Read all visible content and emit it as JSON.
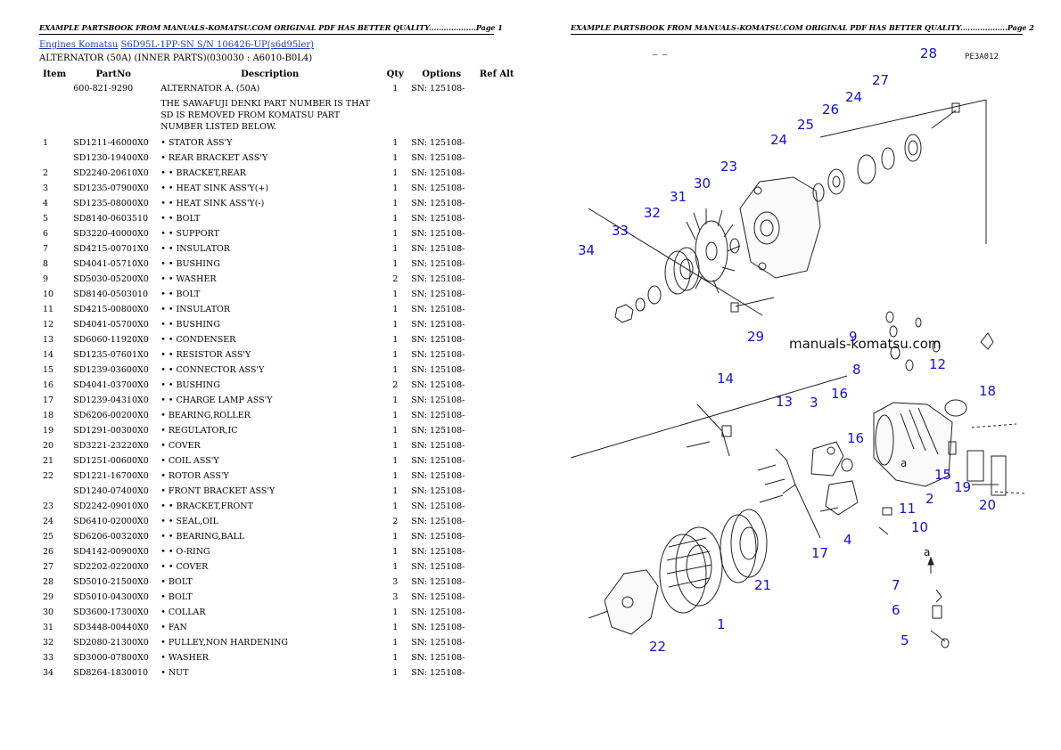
{
  "page_header_left": "EXAMPLE PARTSBOOK FROM MANUALS-KOMATSU.COM ORIGINAL PDF HAS BETTER QUALITY...................Page 1",
  "page_header_right": "EXAMPLE PARTSBOOK FROM MANUALS-KOMATSU.COM ORIGINAL PDF HAS BETTER QUALITY...................Page 2",
  "breadcrumb": {
    "link1": "Engines Komatsu",
    "link2": "S6D95L-1PP-SN S/N 106426-UP(s6d95ler)"
  },
  "section_title": "ALTERNATOR (50A) (INNER PARTS)(030030 : A6010-B0L4)",
  "columns": {
    "item": "Item",
    "partno": "PartNo",
    "description": "Description",
    "qty": "Qty",
    "options": "Options",
    "refalt": "Ref Alt"
  },
  "rows": [
    {
      "item": "",
      "partno": "600-821-9290",
      "description": "ALTERNATOR A. (50A)",
      "qty": "1",
      "options": "SN: 125108-"
    },
    {
      "item": "",
      "partno": "",
      "description": "THE SAWAFUJI DENKI PART NUMBER IS THAT SD IS REMOVED FROM KOMATSU PART NUMBER LISTED BELOW.",
      "qty": "",
      "options": ""
    },
    {
      "item": "1",
      "partno": "SD1211-46000X0",
      "description": "• STATOR ASS'Y",
      "qty": "1",
      "options": "SN: 125108-"
    },
    {
      "item": "",
      "partno": "SD1230-19400X0",
      "description": "• REAR BRACKET ASS'Y",
      "qty": "1",
      "options": "SN: 125108-"
    },
    {
      "item": "2",
      "partno": "SD2240-20610X0",
      "description": "• • BRACKET,REAR",
      "qty": "1",
      "options": "SN: 125108-"
    },
    {
      "item": "3",
      "partno": "SD1235-07900X0",
      "description": "• • HEAT SINK ASS'Y(+)",
      "qty": "1",
      "options": "SN: 125108-"
    },
    {
      "item": "4",
      "partno": "SD1235-08000X0",
      "description": "• • HEAT SINK ASS'Y(-)",
      "qty": "1",
      "options": "SN: 125108-"
    },
    {
      "item": "5",
      "partno": "SD8140-0603510",
      "description": "• • BOLT",
      "qty": "1",
      "options": "SN: 125108-"
    },
    {
      "item": "6",
      "partno": "SD3220-40000X0",
      "description": "• • SUPPORT",
      "qty": "1",
      "options": "SN: 125108-"
    },
    {
      "item": "7",
      "partno": "SD4215-00701X0",
      "description": "• • INSULATOR",
      "qty": "1",
      "options": "SN: 125108-"
    },
    {
      "item": "8",
      "partno": "SD4041-05710X0",
      "description": "• • BUSHING",
      "qty": "1",
      "options": "SN: 125108-"
    },
    {
      "item": "9",
      "partno": "SD5030-05200X0",
      "description": "• • WASHER",
      "qty": "2",
      "options": "SN: 125108-"
    },
    {
      "item": "10",
      "partno": "SD8140-0503010",
      "description": "• • BOLT",
      "qty": "1",
      "options": "SN: 125108-"
    },
    {
      "item": "11",
      "partno": "SD4215-00800X0",
      "description": "• • INSULATOR",
      "qty": "1",
      "options": "SN: 125108-"
    },
    {
      "item": "12",
      "partno": "SD4041-05700X0",
      "description": "• • BUSHING",
      "qty": "1",
      "options": "SN: 125108-"
    },
    {
      "item": "13",
      "partno": "SD6060-11920X0",
      "description": "• • CONDENSER",
      "qty": "1",
      "options": "SN: 125108-"
    },
    {
      "item": "14",
      "partno": "SD1235-07601X0",
      "description": "• • RESISTOR ASS'Y",
      "qty": "1",
      "options": "SN: 125108-"
    },
    {
      "item": "15",
      "partno": "SD1239-03600X0",
      "description": "• • CONNECTOR ASS'Y",
      "qty": "1",
      "options": "SN: 125108-"
    },
    {
      "item": "16",
      "partno": "SD4041-03700X0",
      "description": "• • BUSHING",
      "qty": "2",
      "options": "SN: 125108-"
    },
    {
      "item": "17",
      "partno": "SD1239-04310X0",
      "description": "• • CHARGE LAMP ASS'Y",
      "qty": "1",
      "options": "SN: 125108-"
    },
    {
      "item": "18",
      "partno": "SD6206-00200X0",
      "description": "• BEARING,ROLLER",
      "qty": "1",
      "options": "SN: 125108-"
    },
    {
      "item": "19",
      "partno": "SD1291-00300X0",
      "description": "• REGULATOR,IC",
      "qty": "1",
      "options": "SN: 125108-"
    },
    {
      "item": "20",
      "partno": "SD3221-23220X0",
      "description": "• COVER",
      "qty": "1",
      "options": "SN: 125108-"
    },
    {
      "item": "21",
      "partno": "SD1251-00600X0",
      "description": "• COIL ASS'Y",
      "qty": "1",
      "options": "SN: 125108-"
    },
    {
      "item": "22",
      "partno": "SD1221-16700X0",
      "description": "• ROTOR ASS'Y",
      "qty": "1",
      "options": "SN: 125108-"
    },
    {
      "item": "",
      "partno": "SD1240-07400X0",
      "description": "• FRONT BRACKET ASS'Y",
      "qty": "1",
      "options": "SN: 125108-"
    },
    {
      "item": "23",
      "partno": "SD2242-09010X0",
      "description": "• • BRACKET,FRONT",
      "qty": "1",
      "options": "SN: 125108-"
    },
    {
      "item": "24",
      "partno": "SD6410-02000X0",
      "description": "• • SEAL,OIL",
      "qty": "2",
      "options": "SN: 125108-"
    },
    {
      "item": "25",
      "partno": "SD6206-00320X0",
      "description": "• • BEARING,BALL",
      "qty": "1",
      "options": "SN: 125108-"
    },
    {
      "item": "26",
      "partno": "SD4142-00900X0",
      "description": "• • O-RING",
      "qty": "1",
      "options": "SN: 125108-"
    },
    {
      "item": "27",
      "partno": "SD2202-02200X0",
      "description": "• • COVER",
      "qty": "1",
      "options": "SN: 125108-"
    },
    {
      "item": "28",
      "partno": "SD5010-21500X0",
      "description": "• BOLT",
      "qty": "3",
      "options": "SN: 125108-"
    },
    {
      "item": "29",
      "partno": "SD5010-04300X0",
      "description": "• BOLT",
      "qty": "3",
      "options": "SN: 125108-"
    },
    {
      "item": "30",
      "partno": "SD3600-17300X0",
      "description": "• COLLAR",
      "qty": "1",
      "options": "SN: 125108-"
    },
    {
      "item": "31",
      "partno": "SD3448-00440X0",
      "description": "• FAN",
      "qty": "1",
      "options": "SN: 125108-"
    },
    {
      "item": "32",
      "partno": "SD2080-21300X0",
      "description": "• PULLEY,NON HARDENING",
      "qty": "1",
      "options": "SN: 125108-"
    },
    {
      "item": "33",
      "partno": "SD3000-07800X0",
      "description": "• WASHER",
      "qty": "1",
      "options": "SN: 125108-"
    },
    {
      "item": "34",
      "partno": "SD8264-1830010",
      "description": "• NUT",
      "qty": "1",
      "options": "SN: 125108-"
    }
  ],
  "diagram": {
    "code": "PE3A012",
    "dash": "– –",
    "watermark": "manuals-komatsu.com",
    "letter_a": "a",
    "callouts": [
      "28",
      "27",
      "24",
      "26",
      "25",
      "24",
      "23",
      "30",
      "31",
      "32",
      "33",
      "34",
      "29",
      "9",
      "8",
      "12",
      "14",
      "13",
      "3",
      "16",
      "16",
      "18",
      "15",
      "19",
      "20",
      "2",
      "11",
      "10",
      "17",
      "4",
      "21",
      "1",
      "22",
      "7",
      "6",
      "5",
      "a"
    ]
  }
}
